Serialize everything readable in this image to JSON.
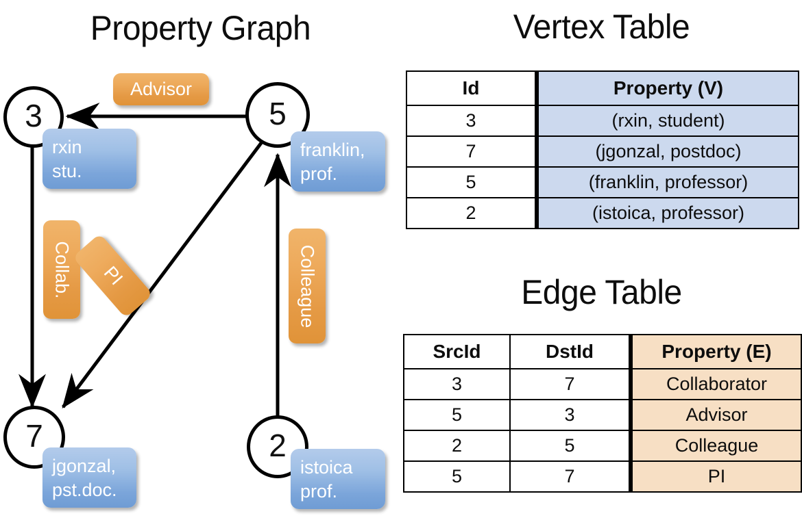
{
  "graph": {
    "title": "Property Graph",
    "nodes": [
      {
        "id": "3",
        "prop_lines": [
          "rxin",
          "stu."
        ]
      },
      {
        "id": "5",
        "prop_lines": [
          "franklin,",
          "prof."
        ]
      },
      {
        "id": "7",
        "prop_lines": [
          "jgonzal,",
          "pst.doc."
        ]
      },
      {
        "id": "2",
        "prop_lines": [
          "istoica",
          "prof."
        ]
      }
    ],
    "edge_labels": [
      {
        "name": "advisor",
        "text": "Advisor"
      },
      {
        "name": "collab",
        "text": "Collab."
      },
      {
        "name": "pi",
        "text": "PI"
      },
      {
        "name": "colleague",
        "text": "Colleague"
      }
    ],
    "edges": [
      {
        "from": "5",
        "to": "3",
        "label": "Advisor"
      },
      {
        "from": "3",
        "to": "7",
        "label": "Collab."
      },
      {
        "from": "5",
        "to": "7",
        "label": "PI"
      },
      {
        "from": "2",
        "to": "5",
        "label": "Colleague"
      }
    ]
  },
  "vertex_table": {
    "title": "Vertex Table",
    "headers": [
      "Id",
      "Property (V)"
    ],
    "rows": [
      {
        "id": "3",
        "property": "(rxin, student)"
      },
      {
        "id": "7",
        "property": "(jgonzal, postdoc)"
      },
      {
        "id": "5",
        "property": "(franklin, professor)"
      },
      {
        "id": "2",
        "property": "(istoica, professor)"
      }
    ]
  },
  "edge_table": {
    "title": "Edge Table",
    "headers": [
      "SrcId",
      "DstId",
      "Property (E)"
    ],
    "rows": [
      {
        "src": "3",
        "dst": "7",
        "property": "Collaborator"
      },
      {
        "src": "5",
        "dst": "3",
        "property": "Advisor"
      },
      {
        "src": "2",
        "dst": "5",
        "property": "Colleague"
      },
      {
        "src": "5",
        "dst": "7",
        "property": "PI"
      }
    ]
  },
  "colors": {
    "vertex_shade": "#ccd9ee",
    "edge_shade": "#f7dfc4",
    "node_box_blue": "#7ba5da",
    "edge_label_orange": "#e59a45",
    "stroke": "#000000"
  }
}
